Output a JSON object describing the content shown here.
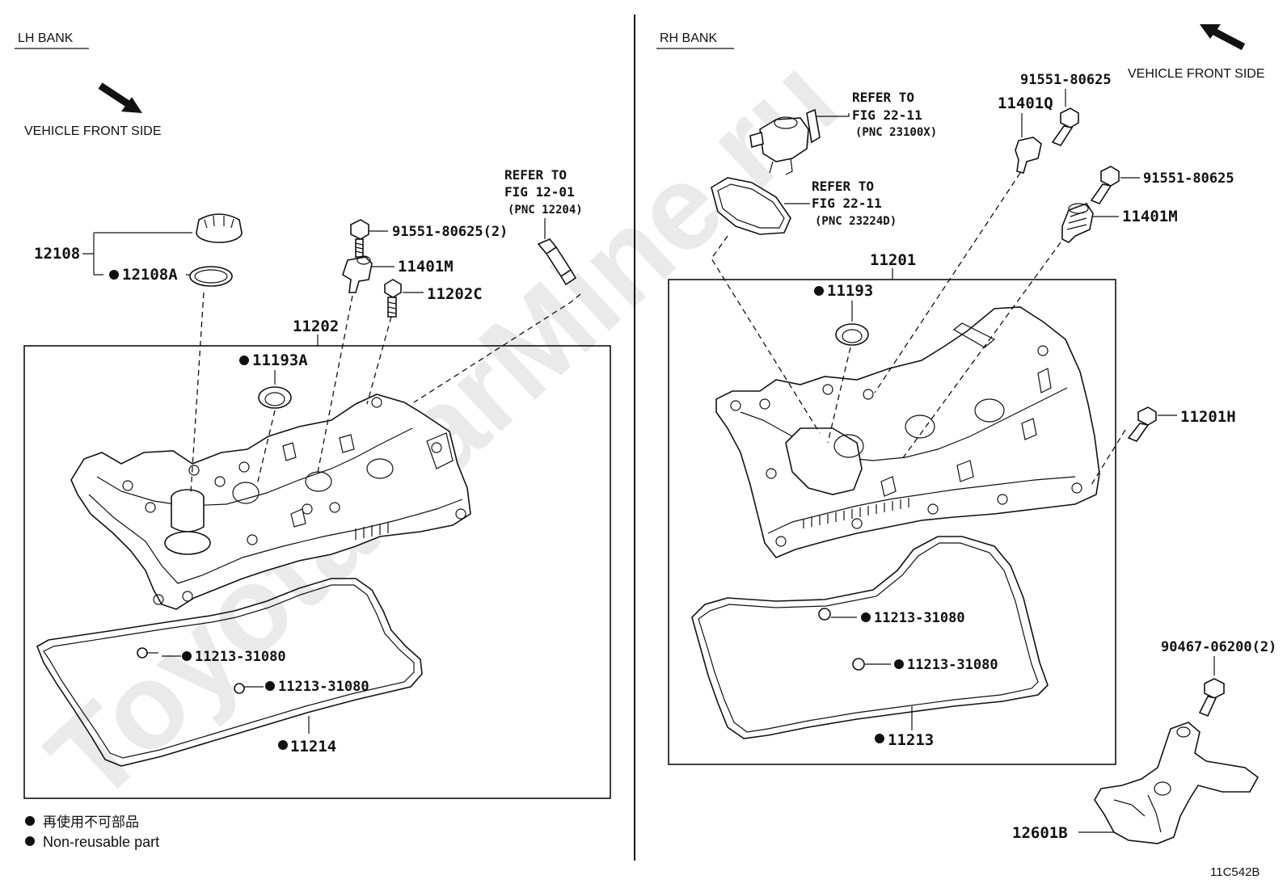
{
  "left_panel": {
    "bank_label": "LH BANK",
    "front_side": "VEHICLE FRONT SIDE",
    "parts": {
      "p12108": "12108",
      "p12108A": "12108A",
      "p11202": "11202",
      "p11193A": "11193A",
      "p91551": "91551-80625(2)",
      "p11401M": "11401M",
      "p11202C": "11202C",
      "p11213a": "11213-31080",
      "p11213b": "11213-31080",
      "p11214": "11214"
    },
    "refer": {
      "line1": "REFER TO",
      "line2": "FIG 12-01",
      "line3": "(PNC 12204)"
    },
    "legend": {
      "jp": "再使用不可部品",
      "en": "Non-reusable part"
    }
  },
  "right_panel": {
    "bank_label": "RH BANK",
    "front_side": "VEHICLE FRONT SIDE",
    "refer_a": {
      "line1": "REFER TO",
      "line2": "FIG 22-11",
      "line3": "(PNC 23100X)"
    },
    "refer_b": {
      "line1": "REFER TO",
      "line2": "FIG 22-11",
      "line3": "(PNC 23224D)"
    },
    "parts": {
      "p91551a": "91551-80625",
      "p11401Q": "11401Q",
      "p91551b": "91551-80625",
      "p11401M": "11401M",
      "p11201": "11201",
      "p11193": "11193",
      "p11201H": "11201H",
      "p11213a": "11213-31080",
      "p11213b": "11213-31080",
      "p11213": "11213",
      "p90467": "90467-06200(2)",
      "p12601B": "12601B"
    }
  },
  "diagram_code": "11C542B",
  "watermark": "ToyotaCarMine.ru"
}
